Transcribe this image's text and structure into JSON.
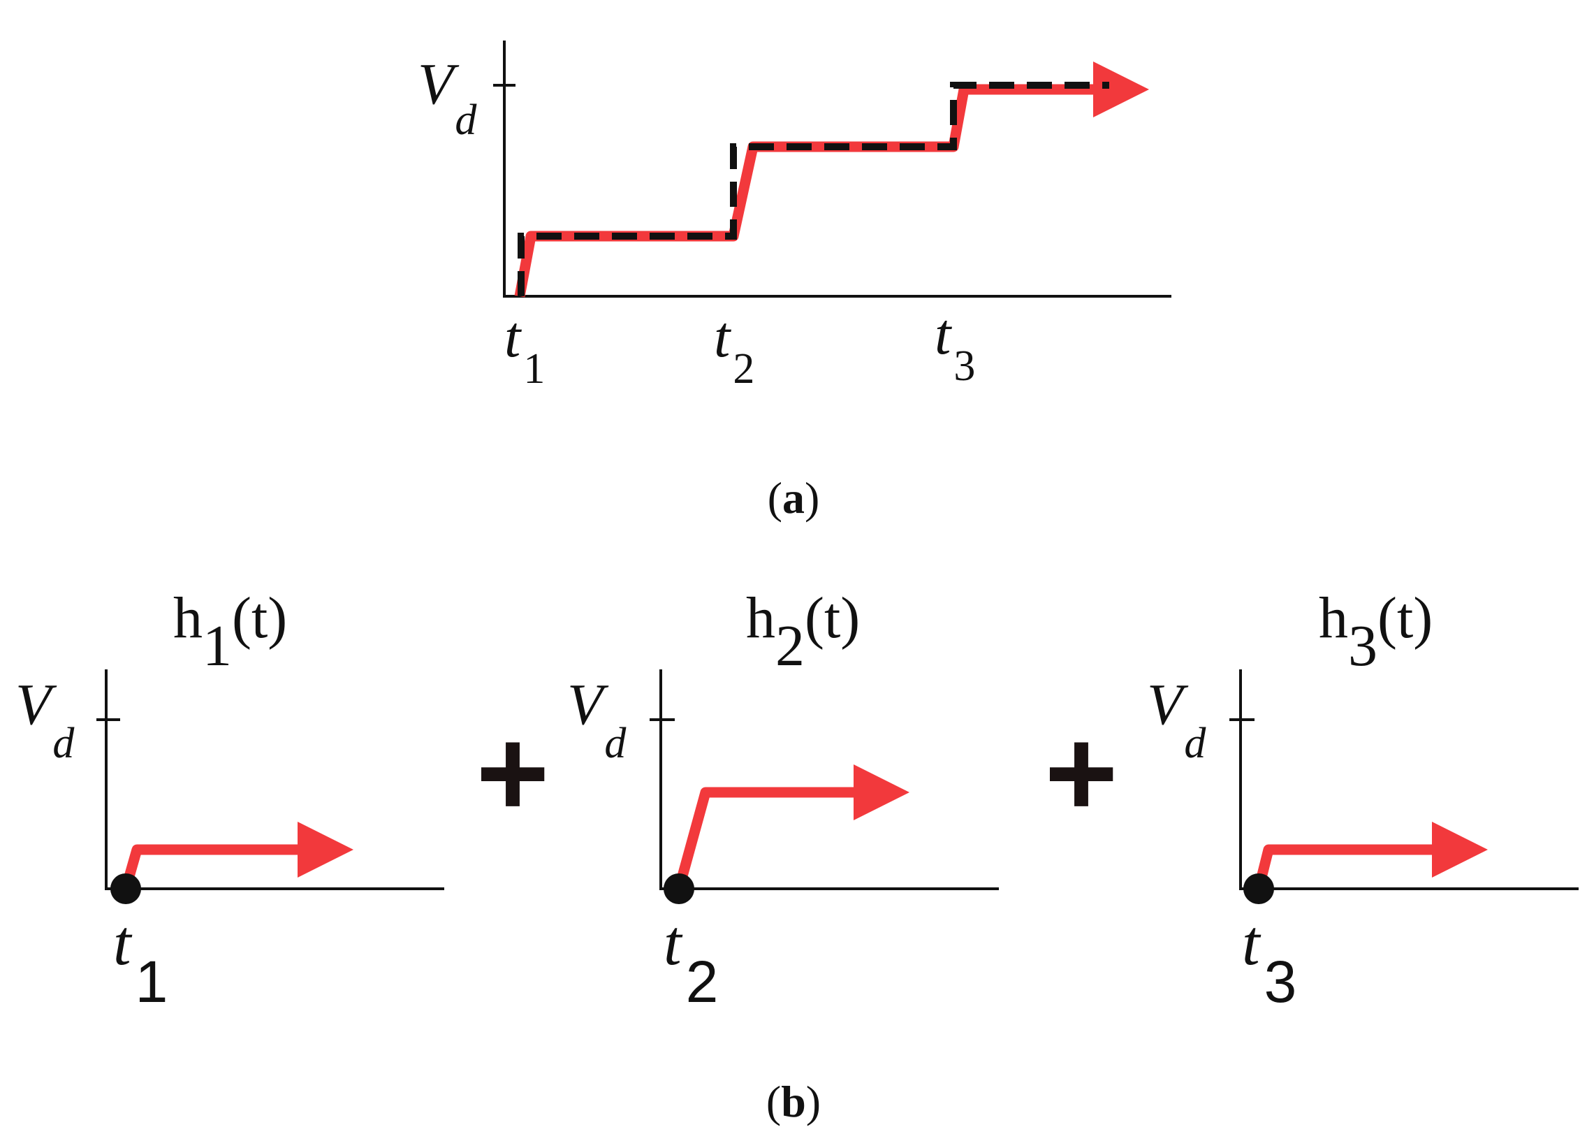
{
  "colors": {
    "ink": "#111111",
    "red": "#f2393c"
  },
  "panel_a": {
    "caption_open": "(",
    "caption_letter": "a",
    "caption_close": ")",
    "ylabel_main": "V",
    "ylabel_sub": "d",
    "ticks": [
      {
        "main": "t",
        "sub": "1"
      },
      {
        "main": "t",
        "sub": "2"
      },
      {
        "main": "t",
        "sub": "3"
      }
    ]
  },
  "panel_b": {
    "caption_open": "(",
    "caption_letter": "b",
    "caption_close": ")",
    "plus": "+",
    "plots": [
      {
        "title_main": "h",
        "title_sub": "1",
        "title_tail": "(t)",
        "ylabel_main": "V",
        "ylabel_sub": "d",
        "tick_main": "t",
        "tick_sub": "1"
      },
      {
        "title_main": "h",
        "title_sub": "2",
        "title_tail": "(t)",
        "ylabel_main": "V",
        "ylabel_sub": "d",
        "tick_main": "t",
        "tick_sub": "2"
      },
      {
        "title_main": "h",
        "title_sub": "3",
        "title_tail": "(t)",
        "ylabel_main": "V",
        "ylabel_sub": "d",
        "tick_main": "t",
        "tick_sub": "3"
      }
    ]
  }
}
